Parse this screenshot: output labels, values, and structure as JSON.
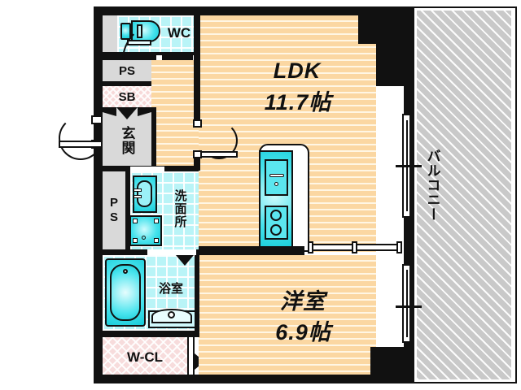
{
  "plan": {
    "type": "japanese-apartment-floor-plan",
    "layout_code": "1LDK",
    "rooms": [
      {
        "id": "ldk",
        "label": "LDK",
        "size": "11.7帖",
        "floor": "wood",
        "name_en": "living-dining-kitchen"
      },
      {
        "id": "bedroom",
        "label": "洋室",
        "size": "6.9帖",
        "floor": "wood",
        "name_en": "western-room"
      },
      {
        "id": "wc",
        "label": "WC",
        "size": "",
        "floor": "tile",
        "name_en": "toilet"
      },
      {
        "id": "washroom",
        "label": "洗面所",
        "size": "",
        "floor": "tile",
        "name_en": "washroom"
      },
      {
        "id": "bath",
        "label": "浴室",
        "size": "",
        "floor": "tile",
        "name_en": "bathroom"
      },
      {
        "id": "genkan",
        "label": "玄関",
        "size": "",
        "floor": "gray",
        "name_en": "entrance"
      },
      {
        "id": "wcl",
        "label": "W-CL",
        "size": "",
        "floor": "pink",
        "name_en": "walk-in-closet"
      },
      {
        "id": "balcony",
        "label": "バルコニー",
        "size": "",
        "floor": "hatched",
        "name_en": "balcony"
      }
    ],
    "service_labels": [
      {
        "id": "ps-top",
        "label": "PS",
        "name_en": "pipe-space"
      },
      {
        "id": "sb",
        "label": "SB",
        "name_en": "shoe-box"
      },
      {
        "id": "ps-mid",
        "label": "PS",
        "name_en": "pipe-space"
      }
    ],
    "fixtures": [
      {
        "id": "toilet",
        "name_en": "toilet-bowl"
      },
      {
        "id": "kitchen-sink",
        "name_en": "kitchen-sink-with-faucet"
      },
      {
        "id": "kitchen-stove",
        "name_en": "two-burner-stove"
      },
      {
        "id": "vanity-sink",
        "name_en": "vanity-sink"
      },
      {
        "id": "washing-machine",
        "name_en": "washing-machine-pan"
      },
      {
        "id": "bathtub",
        "name_en": "bathtub"
      },
      {
        "id": "bath-counter",
        "name_en": "bath-wash-counter"
      }
    ],
    "colors": {
      "wall": "#111111",
      "wood_floor": "#FBD7A2",
      "tile": "#B9F4F7",
      "fixture_aqua": "#2FDCE8",
      "closet_pink": "#F7DCDC",
      "service_gray": "#D9D9D9",
      "balcony_gray": "#C9C9C9",
      "paper": "#FFFFFF"
    }
  }
}
